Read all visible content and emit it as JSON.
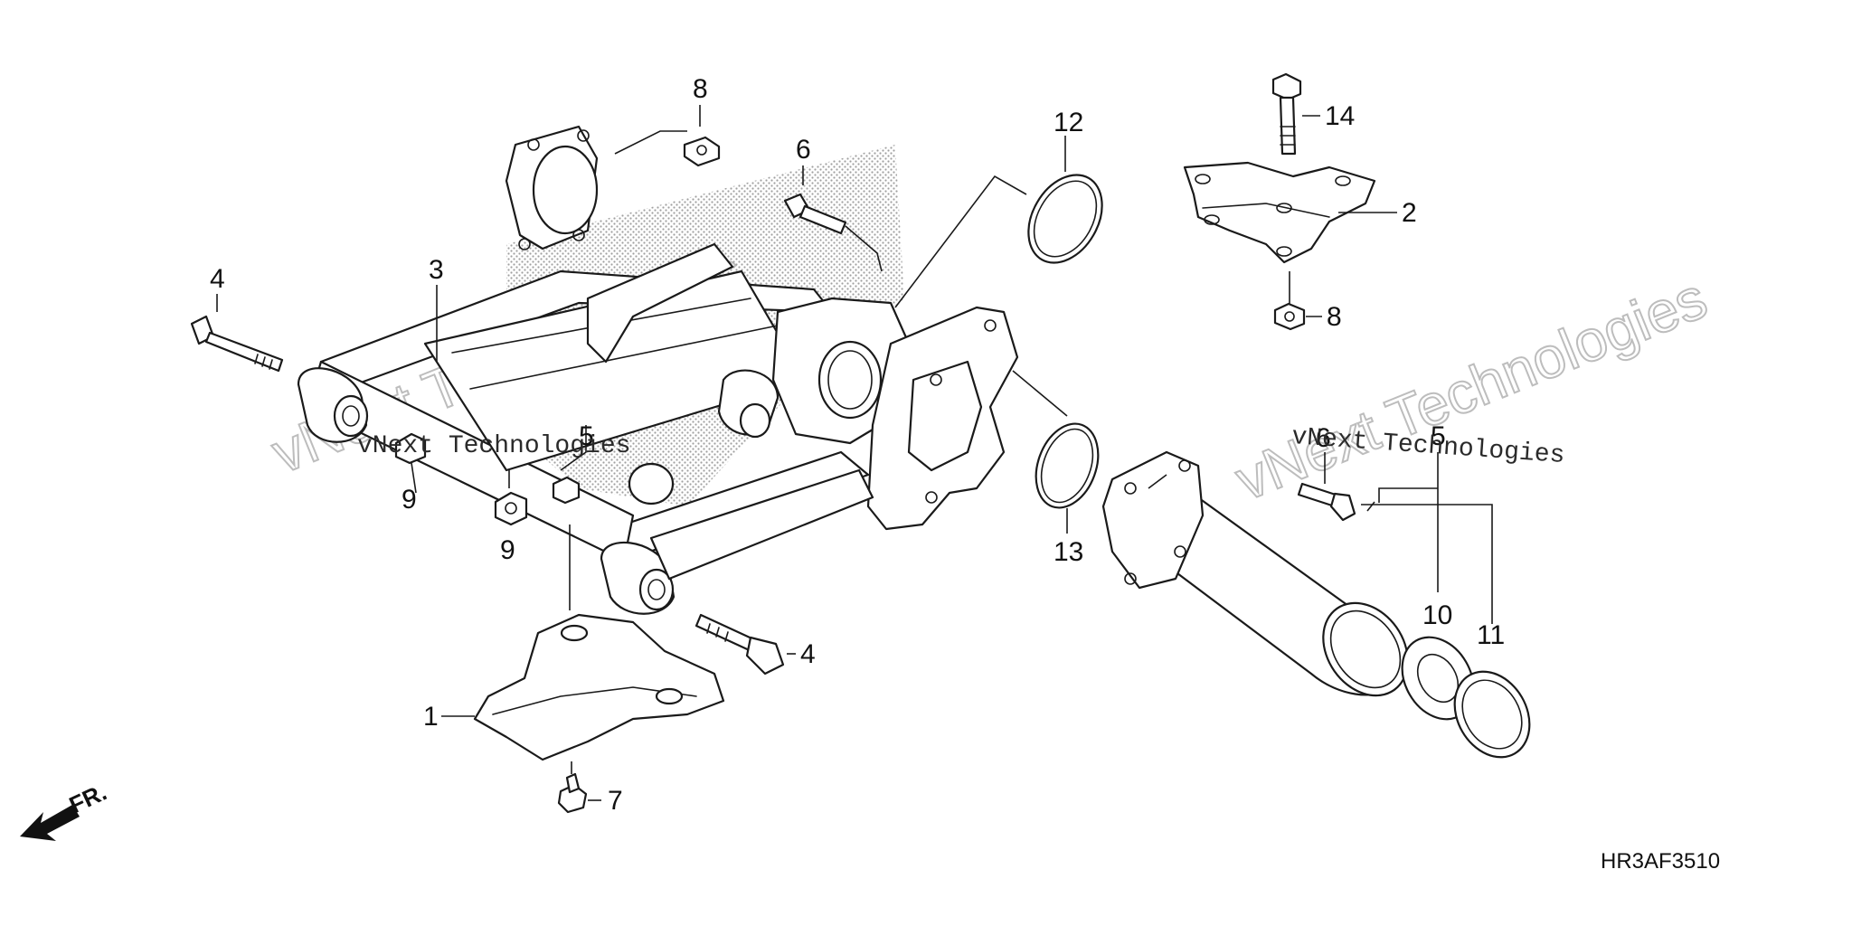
{
  "callouts": {
    "c1": "1",
    "c2": "2",
    "c3": "3",
    "c4a": "4",
    "c4b": "4",
    "c5a": "5",
    "c5b": "5",
    "c6a": "6",
    "c6b": "6",
    "c7": "7",
    "c8a": "8",
    "c8b": "8",
    "c9a": "9",
    "c9b": "9",
    "c10": "10",
    "c11": "11",
    "c12": "12",
    "c13": "13",
    "c14": "14"
  },
  "diagram_code": "HR3AF3510",
  "front_label": "FR.",
  "watermarks": {
    "small_left": "vNext Technologies",
    "small_right": "vNext Technologies",
    "big_left": "vNext Technologies",
    "big_right": "vNext Technologies"
  },
  "stipple_color": "#9a9a9a"
}
